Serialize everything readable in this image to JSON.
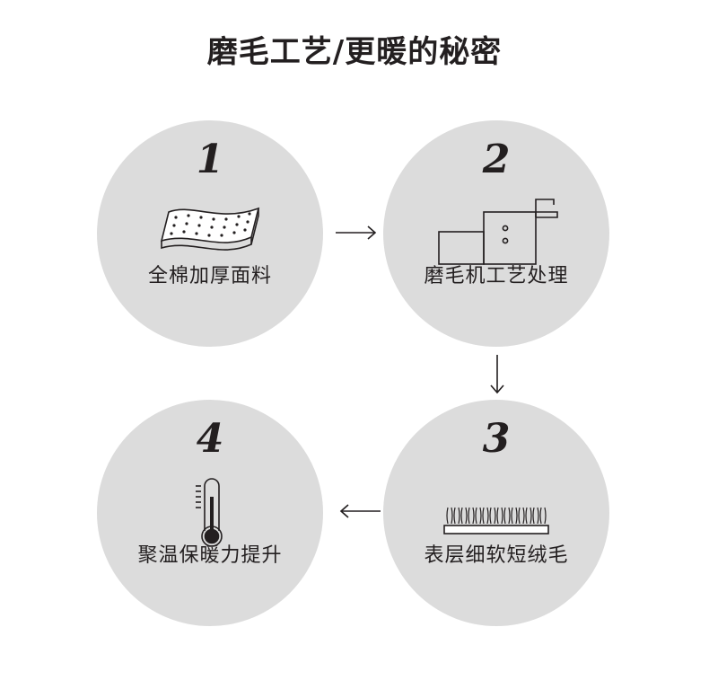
{
  "title": "磨毛工艺/更暖的秘密",
  "steps": [
    {
      "number": "1",
      "label": "全棉加厚面料",
      "icon": "fabric-icon"
    },
    {
      "number": "2",
      "label": "磨毛机工艺处理",
      "icon": "brushing-machine-icon"
    },
    {
      "number": "3",
      "label": "表层细软短绒毛",
      "icon": "short-fleece-icon"
    },
    {
      "number": "4",
      "label": "聚温保暖力提升",
      "icon": "thermometer-icon"
    }
  ],
  "colors": {
    "circle": "#dcdcdc",
    "ink": "#231f20",
    "background": "#ffffff"
  }
}
